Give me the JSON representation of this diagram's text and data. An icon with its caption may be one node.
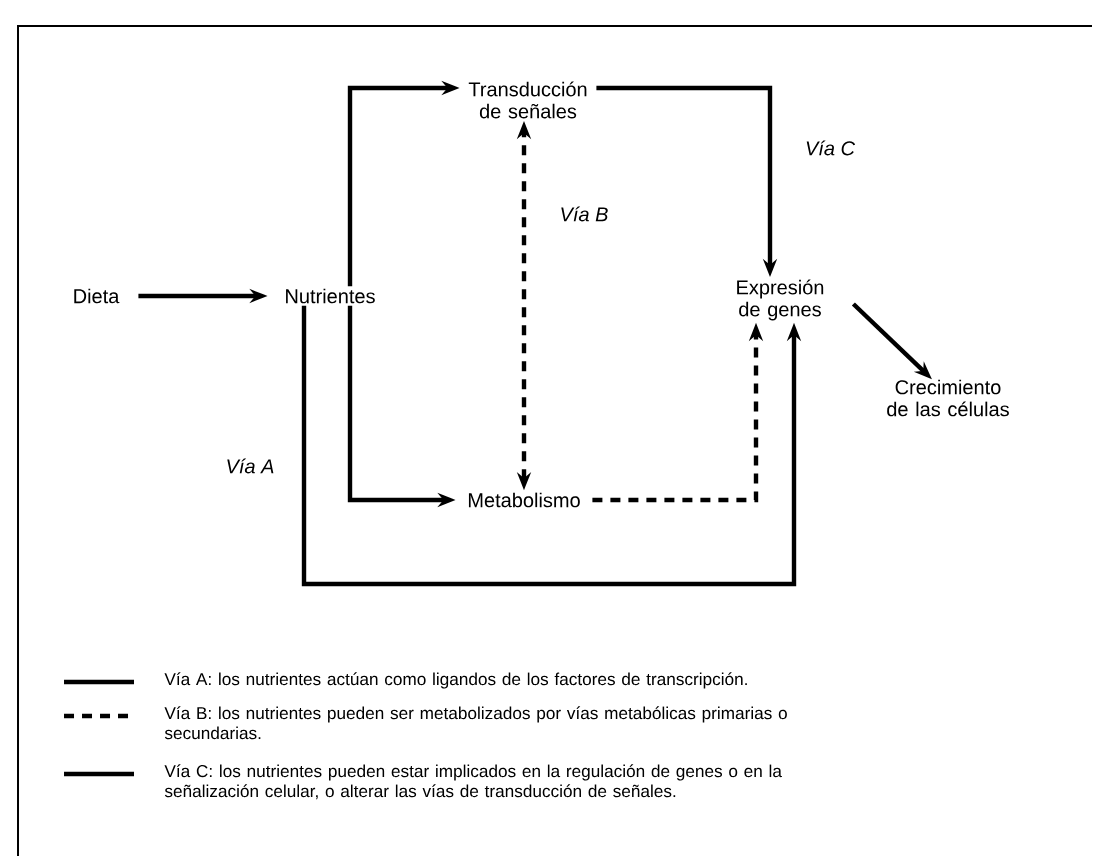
{
  "diagram": {
    "nodes": [
      {
        "text": [
          "Dieta"
        ]
      },
      {
        "text": [
          "Nutrientes"
        ]
      },
      {
        "text": [
          "Transducción de señales"
        ]
      },
      {
        "text": [
          "Metabolismo"
        ]
      },
      {
        "text": [
          "Expresión de genes"
        ]
      },
      {
        "text": [
          "Crecimiento de las células"
        ]
      }
    ],
    "edges": [
      {
        "from": 0,
        "to": 1,
        "arrow": "to"
      },
      {
        "from": 1,
        "to": 2,
        "arrow": "to"
      },
      {
        "from": 1,
        "to": 3,
        "arrow": "to"
      },
      {
        "from": 3,
        "to": 2,
        "arrow": "both",
        "style": "dashed"
      },
      {
        "from": 2,
        "to": 4,
        "arrow": "to"
      },
      {
        "from": 3,
        "to": 4,
        "arrow": "to",
        "style": "dashed"
      },
      {
        "from": 1,
        "to": 4,
        "arrow": "to"
      },
      {
        "from": 4,
        "to": 5,
        "arrow": "to"
      }
    ],
    "labels": [
      "Vía C",
      "Vía B",
      "Vía A"
    ],
    "legend": [
      {
        "text": "Vía A: los nutrientes actúan como ligandos de los factores de transcripción."
      },
      {
        "text": "Vía B: los nutrientes pueden ser metabolizados por vías metabólicas primarias o secundarias."
      },
      {
        "text": "Vía C: los nutrientes pueden estar implicados en la regulación de genes o en la señalización celular, o alterar las vías de transducción de señales."
      }
    ]
  }
}
